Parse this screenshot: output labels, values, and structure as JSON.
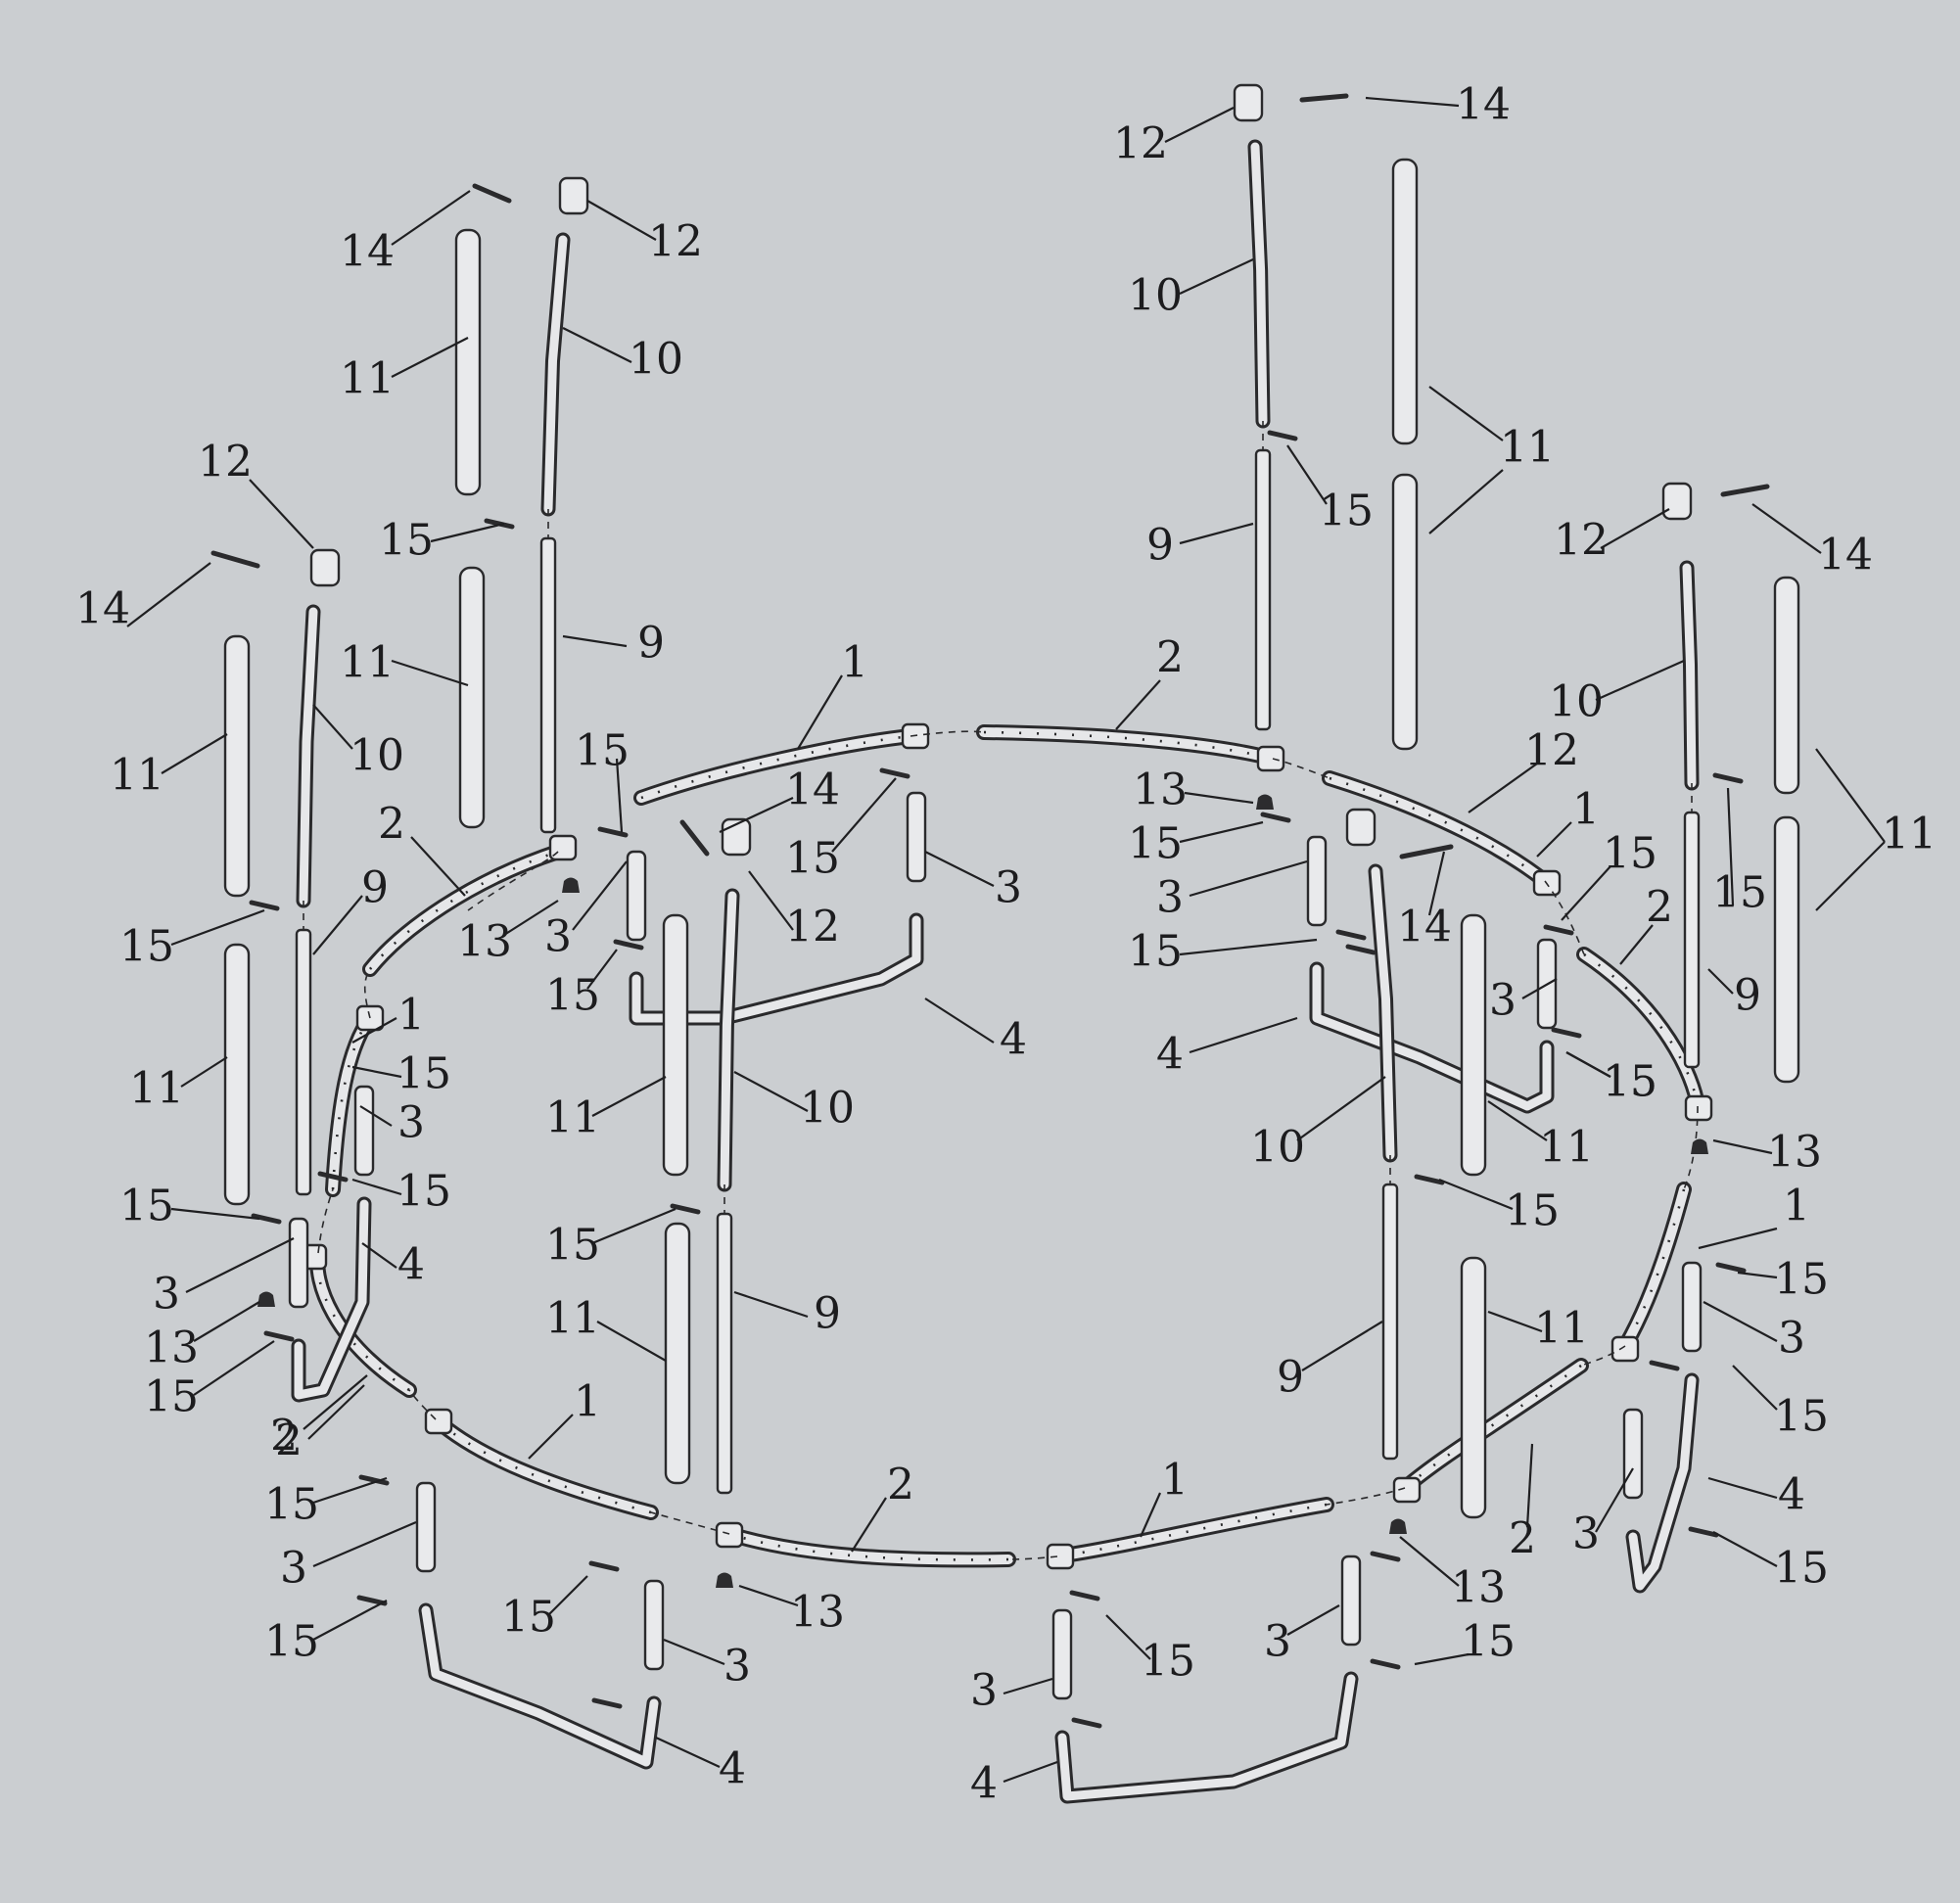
{
  "diagram": {
    "kind": "exploded-assembly",
    "parts": [
      {
        "number": "1",
        "label": "1"
      },
      {
        "number": "2",
        "label": "2"
      },
      {
        "number": "3",
        "label": "3"
      },
      {
        "number": "4",
        "label": "4"
      },
      {
        "number": "9",
        "label": "9"
      },
      {
        "number": "10",
        "label": "10"
      },
      {
        "number": "11",
        "label": "11"
      },
      {
        "number": "12",
        "label": "12"
      },
      {
        "number": "13",
        "label": "13"
      },
      {
        "number": "14",
        "label": "14"
      },
      {
        "number": "15",
        "label": "15"
      }
    ]
  },
  "colors": {
    "paper": "#cbced1",
    "ink": "#2a2a2c",
    "tube_fill": "#e9eaec"
  }
}
